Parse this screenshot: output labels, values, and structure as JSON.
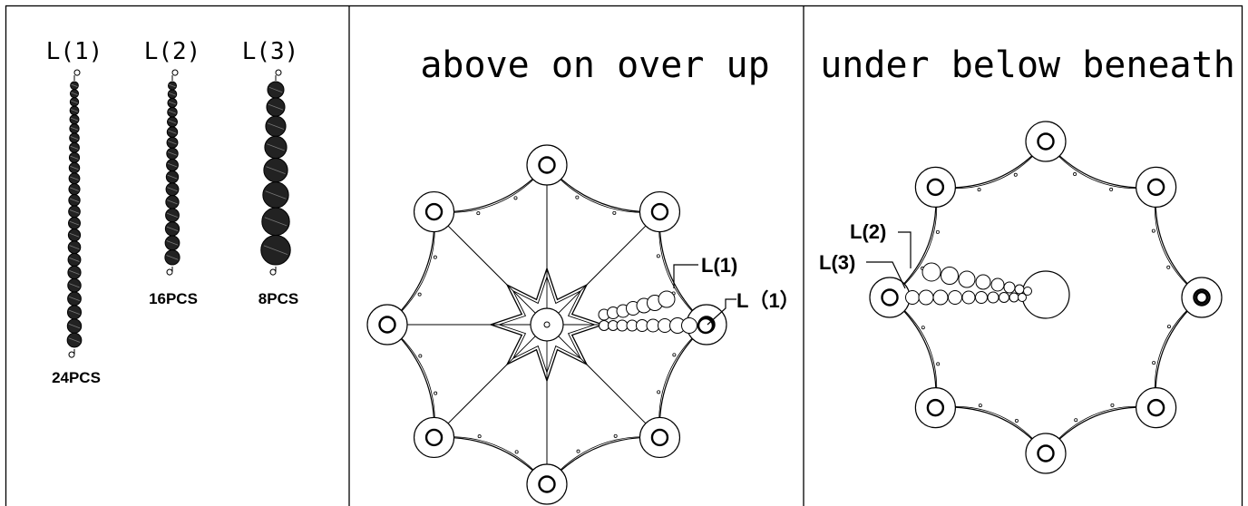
{
  "panels": {
    "strings": {
      "items": [
        {
          "label": "L(1)",
          "count": "24PCS",
          "beads": 24
        },
        {
          "label": "L(2)",
          "count": "16PCS",
          "beads": 16
        },
        {
          "label": "L(3)",
          "count": "8PCS",
          "beads": 8
        }
      ]
    },
    "above": {
      "title": "above on over up",
      "callout_top": "L(1)",
      "callout_right": "L（1）"
    },
    "under": {
      "title": "under below beneath",
      "callout_upper": "L(2)",
      "callout_lower": "L(3)"
    }
  }
}
